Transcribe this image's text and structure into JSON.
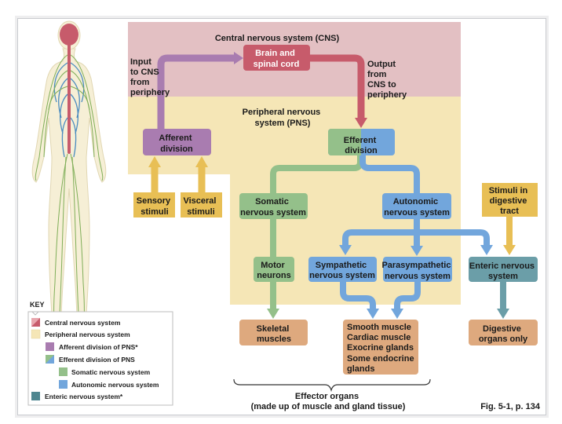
{
  "colors": {
    "cns_region": "#e3c0c3",
    "pns_region": "#f5e6b6",
    "cns": "#c75b6b",
    "afferent": "#a97cb0",
    "somatic": "#94c08a",
    "autonomic": "#72a6dc",
    "enteric": "#6b9ea8",
    "stimuli": "#e8bf55",
    "effector": "#dea97e"
  },
  "regions": {
    "cns_title": "Central nervous system (CNS)",
    "pns_title_line1": "Peripheral nervous",
    "pns_title_line2": "system (PNS)"
  },
  "annotations": {
    "input": [
      "Input",
      "to CNS",
      "from",
      "periphery"
    ],
    "output": [
      "Output",
      "from",
      "CNS to",
      "periphery"
    ]
  },
  "boxes": {
    "brain": [
      "Brain and",
      "spinal cord"
    ],
    "afferent": [
      "Afferent",
      "division"
    ],
    "efferent": [
      "Efferent",
      "division"
    ],
    "sensory": [
      "Sensory",
      "stimuli"
    ],
    "visceral": [
      "Visceral",
      "stimuli"
    ],
    "somatic": [
      "Somatic",
      "nervous system"
    ],
    "autonomic": [
      "Autonomic",
      "nervous system"
    ],
    "digestive_stimuli": [
      "Stimuli in",
      "digestive",
      "tract"
    ],
    "motor": [
      "Motor",
      "neurons"
    ],
    "sympathetic": [
      "Sympathetic",
      "nervous system"
    ],
    "parasympathetic": [
      "Parasympathetic",
      "nervous system"
    ],
    "enteric": [
      "Enteric nervous",
      "system"
    ],
    "skeletal": [
      "Skeletal",
      "muscles"
    ],
    "smooth": [
      "Smooth muscle",
      "Cardiac muscle",
      "Exocrine glands",
      "Some endocrine",
      "glands"
    ],
    "digestive_organs": [
      "Digestive",
      "organs only"
    ]
  },
  "effector_caption": [
    "Effector organs",
    "(made up of muscle and gland tissue)"
  ],
  "figure_ref": "Fig. 5-1, p. 134",
  "key": {
    "title": "KEY",
    "items": [
      {
        "label": "Central nervous system",
        "swatch": "cns"
      },
      {
        "label": "Peripheral nervous system",
        "swatch": "pns"
      },
      {
        "label": "Afferent division of PNS*",
        "swatch": "afferent"
      },
      {
        "label": "Efferent division of PNS",
        "swatch": "efferent"
      },
      {
        "label": "Somatic nervous system",
        "swatch": "somatic"
      },
      {
        "label": "Autonomic nervous system",
        "swatch": "autonomic"
      },
      {
        "label": "Enteric nervous system*",
        "swatch": "enteric"
      }
    ]
  }
}
